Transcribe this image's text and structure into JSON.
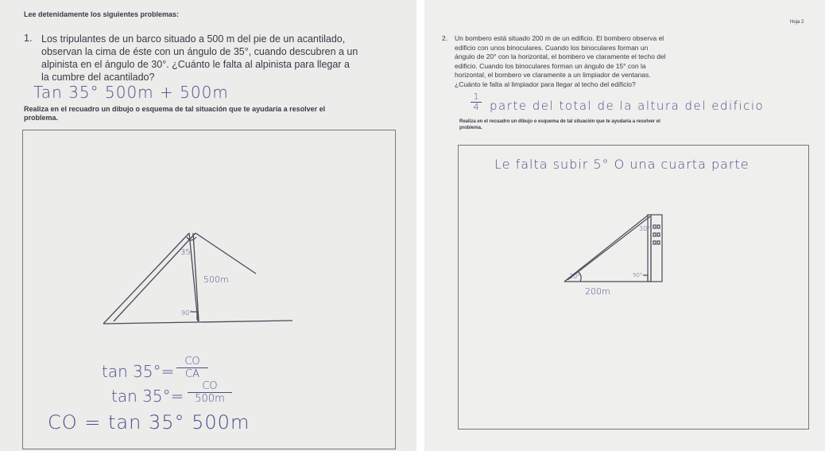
{
  "left": {
    "header": "Lee detenidamente los  siguientes problemas:",
    "problem_number": "1.",
    "problem_lines": [
      "Los tripulantes de un barco situado a 500 m del pie de un acantilado,",
      "observan la cima de éste con un ángulo de 35°, cuando descubren a un",
      "alpinista en el ángulo de 30°. ¿Cuánto le falta al alpinista para llegar a",
      "la cumbre del acantilado?"
    ],
    "answer_handwritten": "Tan 35° 500m + 500m",
    "instruction_lines": [
      "Realiza en el recuadro un dibujo o esquema de tal situación que te ayudaría a resolver el",
      "problema."
    ],
    "diagram": {
      "angle_top": "35",
      "side_label": "500m",
      "angle_right": "90°"
    },
    "work_lines": [
      "tan 35° = CO / CA",
      "tan 35° = CO / 500m",
      "CO = tan 35° 500m"
    ],
    "eq1_left": "tan 35°=",
    "eq1_num": "CO",
    "eq1_den": "CA",
    "eq2_left": "tan 35°=",
    "eq2_num": "CO",
    "eq2_den": "500m",
    "eq3": "CO = tan 35° 500m"
  },
  "right": {
    "page_label": "Hoja 2",
    "problem_number": "2.",
    "problem_lines": [
      "Un bombero está situado 200 m de un edificio. El bombero observa el",
      "edificio con unos binoculares. Cuando los binoculares forman un",
      "ángulo de 20° con la horizontal, el bombero ve claramente el techo del",
      "edificio. Cuando los binoculares forman un ángulo de 15° con la",
      "horizontal, el bombero ve claramente a un limpiador de ventanas.",
      "¿Cuánto le falta al limpiador para llegar al techo del edificio?"
    ],
    "fraction_num": "1",
    "fraction_den": "4",
    "answer_handwritten": "parte del total de la altura del edificio",
    "instruction_lines": [
      "Realiza en el recuadro un dibujo o esquema de tal situación que te ayudaría a resolver el",
      "problema."
    ],
    "box_handwritten": "Le falta subir 5° O una cuarta parte",
    "diagram": {
      "angle_top": "30°",
      "angle_left": "20°",
      "angle_right": "90°",
      "base_label": "200m"
    }
  }
}
